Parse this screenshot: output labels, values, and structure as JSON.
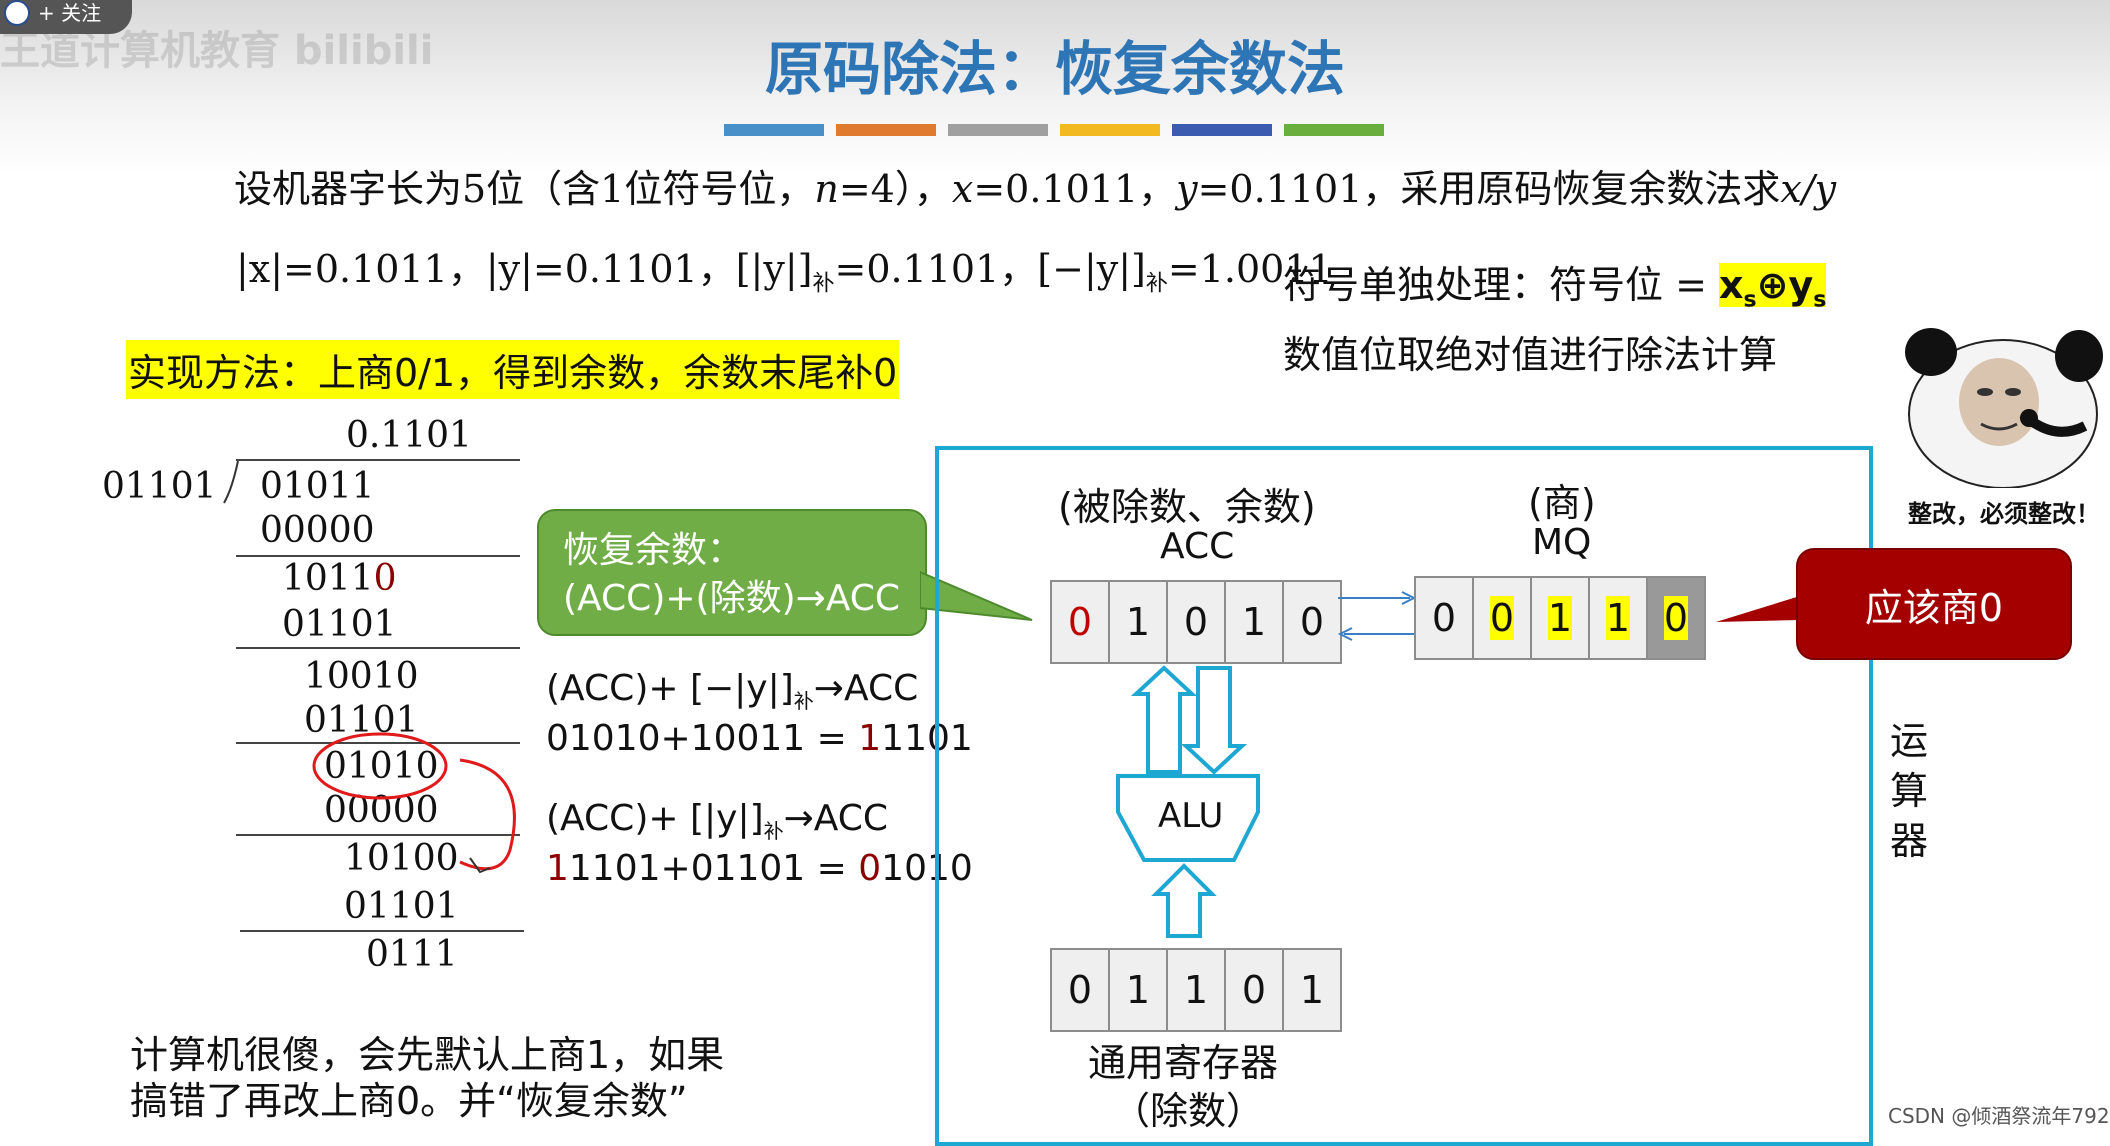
{
  "overlay": {
    "follow_label": "+ 关注",
    "watermark": "王道计算机教育 bilibili"
  },
  "slide": {
    "title": "原码除法：恢复余数法",
    "title_bar_colors": [
      "#4a90c8",
      "#e07a2e",
      "#a0a0a0",
      "#f2b921",
      "#3a5bb0",
      "#6aae3e"
    ],
    "problem": {
      "p1": "设机器字长为5位（含1位符号位，",
      "n": "n",
      "p2": "=4），",
      "x": "x",
      "p3": "=0.1011，",
      "y": "y",
      "p4": "=0.1101，采用原码恢复余数法求",
      "xy": "x/y"
    },
    "abs_line": {
      "abs_x": "|x|=0.1011，",
      "abs_y": "|y|=0.1101，",
      "y_comp_a": "[|y|]",
      "sub1": "补",
      "y_comp_b": "=0.1101，",
      "neg_comp_a": "[−|y|]",
      "sub2": "补",
      "neg_comp_b": "=1.0011"
    },
    "sign": {
      "label": "符号单独处理：符号位 = ",
      "xs": "x",
      "s1": "s",
      "op": "⊕",
      "ys": "y",
      "s2": "s",
      "value_line": "数值位取绝对值进行除法计算"
    },
    "method": "实现方法：上商0/1，得到余数，余数末尾补0",
    "long_division": {
      "quotient": "0.1101",
      "divisor": "01101",
      "dividend": "01011",
      "r1": "00000",
      "r2a": "1011",
      "r2b": "0",
      "r3": "01101",
      "r4": "10010",
      "r5": "01101",
      "r6": "01010",
      "r7": "00000",
      "r8": "10100",
      "r9": "01101",
      "r10": "0111"
    },
    "ops": {
      "op1_a": "(ACC)+ [−|y|]",
      "op1_sub": "补",
      "op1_b": "→ACC",
      "op1_eq_a": "01010+10011 = ",
      "op1_eq_red": "1",
      "op1_eq_b": "1101",
      "op2_a": "(ACC)+ [|y|]",
      "op2_sub": "补",
      "op2_b": "→ACC",
      "op2_eq_red1": "1",
      "op2_eq_a": "1101+01101 = ",
      "op2_eq_red2": "0",
      "op2_eq_b": "1010"
    },
    "bubble_green": {
      "line1": "恢复余数：",
      "line2": "(ACC)+(除数)→ACC"
    },
    "bubble_red": "应该商0",
    "cpu": {
      "acc_caption": "(被除数、余数)",
      "acc_label": "ACC",
      "mq_caption": "(商)",
      "mq_label": "MQ",
      "acc_bits": [
        "0",
        "1",
        "0",
        "1",
        "0"
      ],
      "mq_bits": [
        "0",
        "0",
        "1",
        "1",
        "0"
      ],
      "alu_label": "ALU",
      "gpr_bits": [
        "0",
        "1",
        "1",
        "0",
        "1"
      ],
      "gpr_caption": "通用寄存器",
      "gpr_sub": "（除数）",
      "unit_label": [
        "运",
        "算",
        "器"
      ]
    },
    "note": {
      "line1": "计算机很傻，会先默认上商1，如果",
      "line2": "搞错了再改上商0。并“恢复余数”"
    },
    "meme_caption": "整改，必须整改！",
    "credit": "CSDN @倾酒祭流年792"
  }
}
